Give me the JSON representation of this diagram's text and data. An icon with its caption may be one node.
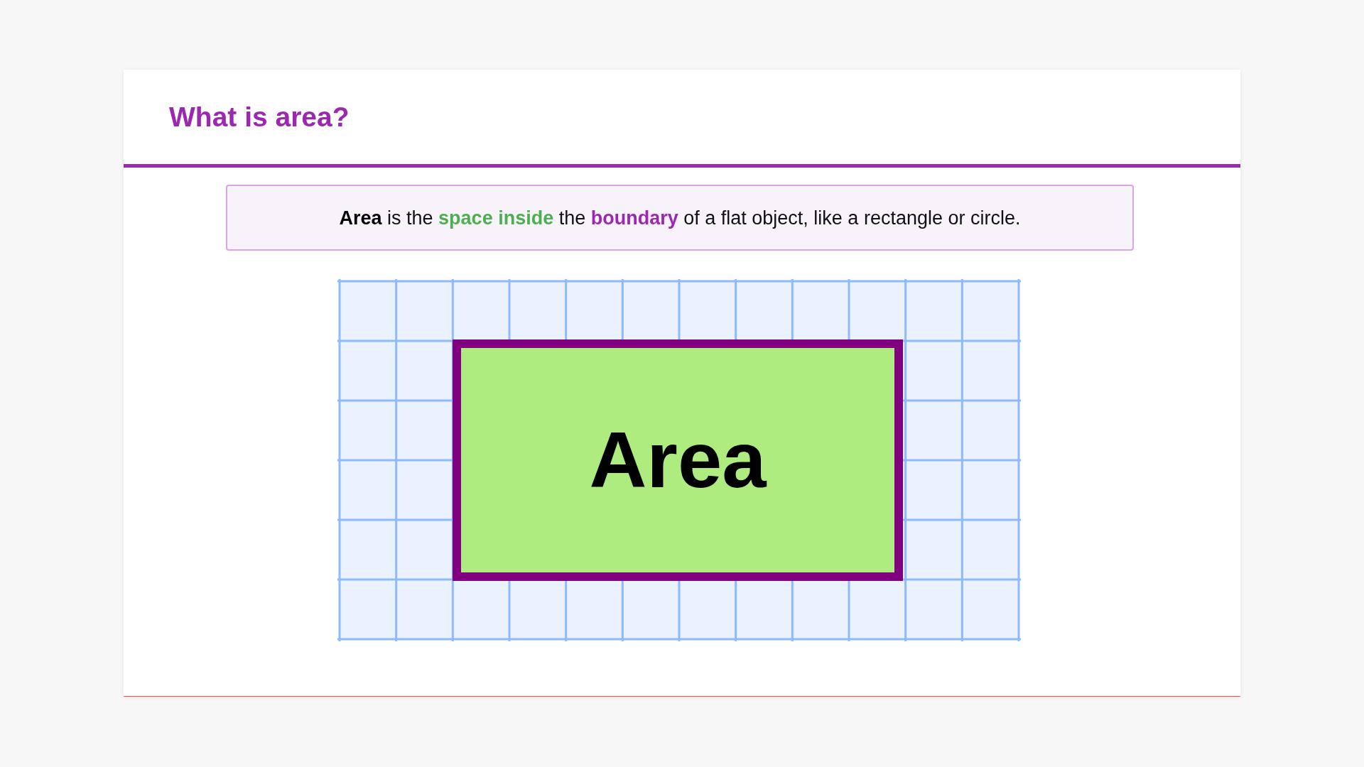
{
  "diagram": {
    "title": "What is area?",
    "nodes": [
      {
        "text": [
          "**Area** is the **space inside** the **boundary** of a flat object, like a rectangle or circle."
        ]
      },
      {
        "text": [
          "Area"
        ]
      }
    ]
  }
}
